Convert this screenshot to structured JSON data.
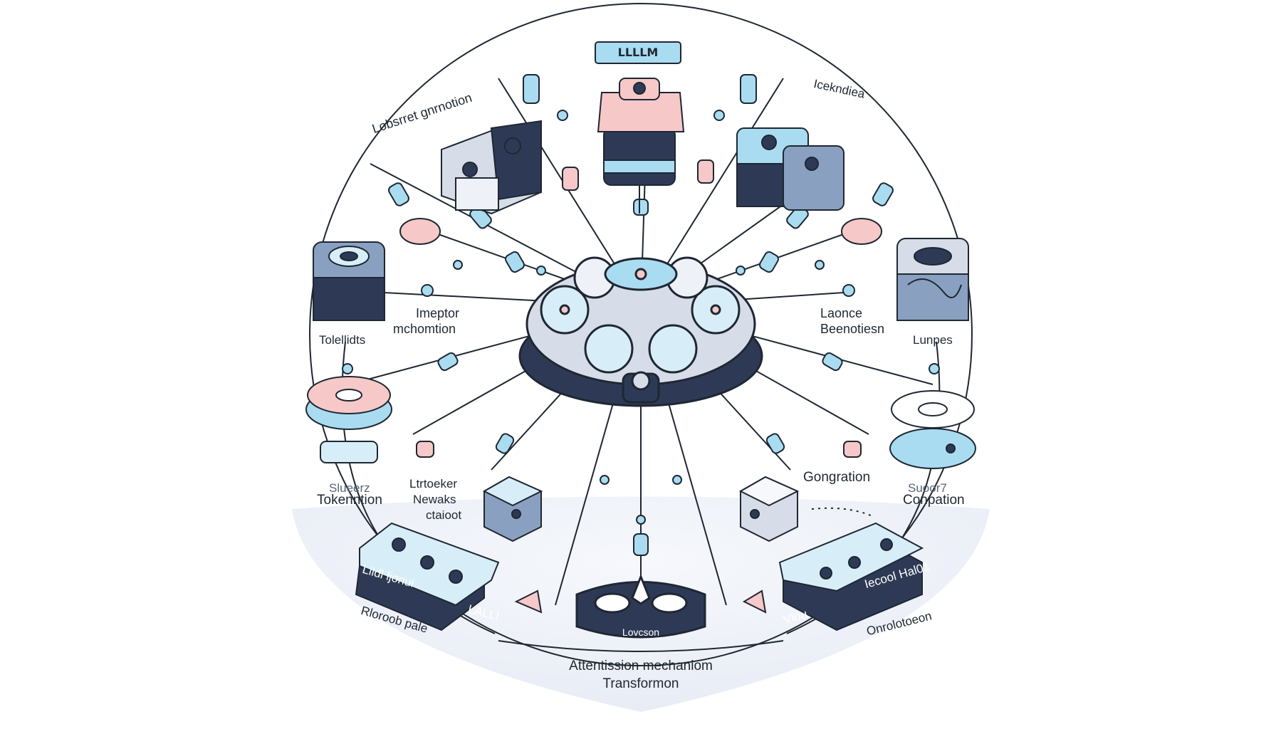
{
  "title": "LLLLM",
  "colors": {
    "outline": "#1f2733",
    "navy": "#2e3a55",
    "light_blue": "#a9dcf0",
    "pale_blue": "#d7eef8",
    "pink": "#f6c8c8",
    "steel": "#8aa0c0",
    "ground": "#eef1f8"
  },
  "labels": {
    "top_left": "Lobsrret gnrnotion",
    "top_right": "Icekndiea",
    "left_device": "Tolellidts",
    "inner_left_1": "Imeptor",
    "inner_left_2": "mchomtion",
    "inner_right_1": "Laonce",
    "inner_right_2": "Beenotiesn",
    "right_device": "Lunpes",
    "tokenization_badge": "Slueerz",
    "tokenization": "Tokenntion",
    "network_1": "Ltrtoeker",
    "network_2": "Newaks",
    "network_3": "ctaioot",
    "generation": "Gongration",
    "completion_badge": "Suoor7",
    "completion": "Conpation",
    "left_block_text": "Lildl ljonui",
    "left_block_tag": "LALLI",
    "left_base_caption": "Rloroob pale",
    "center_block_text": "Lovcson",
    "right_block_tag_1": "Vlou",
    "right_block_tag_2": "Iecool Hal01",
    "right_base_caption": "Onrolotoeon",
    "attention": "Attentission mechaniom",
    "transformer": "Transformon"
  }
}
